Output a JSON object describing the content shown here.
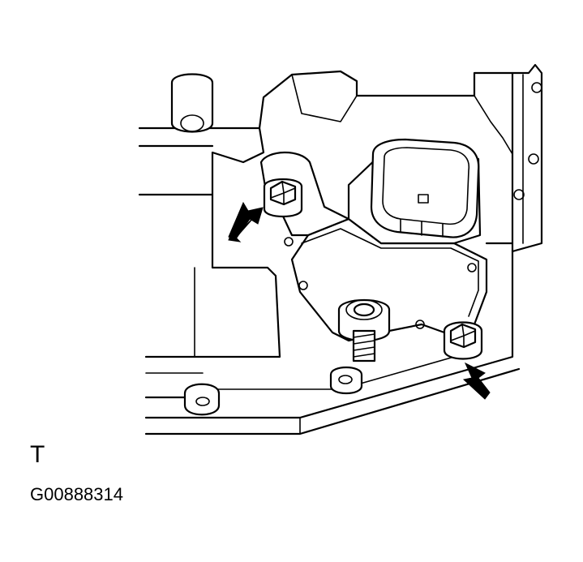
{
  "figure": {
    "view_letter": "T",
    "code": "G00888314"
  },
  "callouts": [
    {
      "icon": "arrow-icon",
      "points_to": "upper-bolt"
    },
    {
      "icon": "arrow-icon",
      "points_to": "lower-bolt"
    }
  ]
}
